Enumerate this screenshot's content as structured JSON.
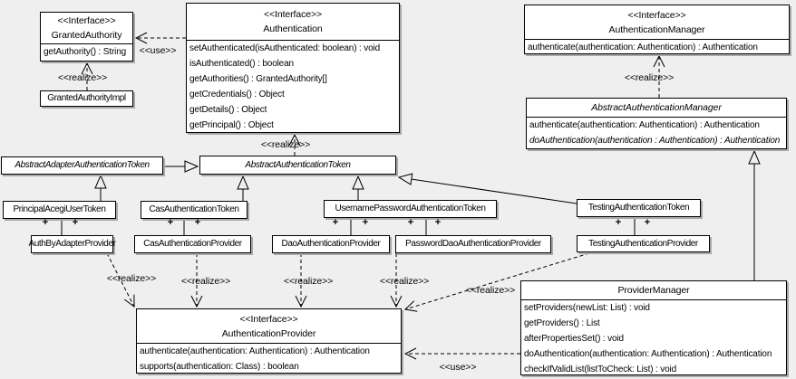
{
  "labels": {
    "use": "<<use>>",
    "realize": "<<realize>>",
    "plus": "+"
  },
  "classes": {
    "granted_authority": {
      "stereotype": "<<Interface>>",
      "name": "GrantedAuthority",
      "methods": [
        "getAuthority() : String"
      ]
    },
    "granted_authority_impl": {
      "name": "GrantedAuthorityImpl"
    },
    "authentication": {
      "stereotype": "<<Interface>>",
      "name": "Authentication",
      "methods": [
        "setAuthenticated(isAuthenticated: boolean) : void",
        "isAuthenticated() : boolean",
        "getAuthorities() : GrantedAuthority[]",
        "getCredentials() : Object",
        "getDetails() : Object",
        "getPrincipal() : Object"
      ]
    },
    "authentication_manager": {
      "stereotype": "<<Interface>>",
      "name": "AuthenticationManager",
      "methods": [
        "authenticate(authentication: Authentication) : Authentication"
      ]
    },
    "abstract_authentication_manager": {
      "name": "AbstractAuthenticationManager",
      "methods": [
        "authenticate(authentication: Authentication) : Authentication",
        "doAuthentication(authentication : Authentication) : Authentication"
      ]
    },
    "abstract_adapter_authentication_token": {
      "name": "AbstractAdapterAuthenticationToken"
    },
    "abstract_authentication_token": {
      "name": "AbstractAuthenticationToken"
    },
    "principal_acegi_user_token": {
      "name": "PrincipalAcegiUserToken"
    },
    "cas_authentication_token": {
      "name": "CasAuthenticationToken"
    },
    "username_password_authentication_token": {
      "name": "UsernamePasswordAuthenticationToken"
    },
    "testing_authentication_token": {
      "name": "TestingAuthenticationToken"
    },
    "auth_by_adapter_provider": {
      "name": "AuthByAdapterProvider"
    },
    "cas_authentication_provider": {
      "name": "CasAuthenticationProvider"
    },
    "dao_authentication_provider": {
      "name": "DaoAuthenticationProvider"
    },
    "password_dao_authentication_provider": {
      "name": "PasswordDaoAuthenticationProvider"
    },
    "testing_authentication_provider": {
      "name": "TestingAuthenticationProvider"
    },
    "authentication_provider": {
      "stereotype": "<<Interface>>",
      "name": "AuthenticationProvider",
      "methods": [
        "authenticate(authentication: Authentication) : Authentication",
        "supports(authentication: Class) : boolean"
      ]
    },
    "provider_manager": {
      "name": "ProviderManager",
      "methods": [
        "setProviders(newList: List) : void",
        "getProviders() : List",
        "afterPropertiesSet() : void",
        "doAuthentication(authentication: Authentication) : Authentication",
        "checkIfValidList(listToCheck: List) : void"
      ]
    }
  }
}
